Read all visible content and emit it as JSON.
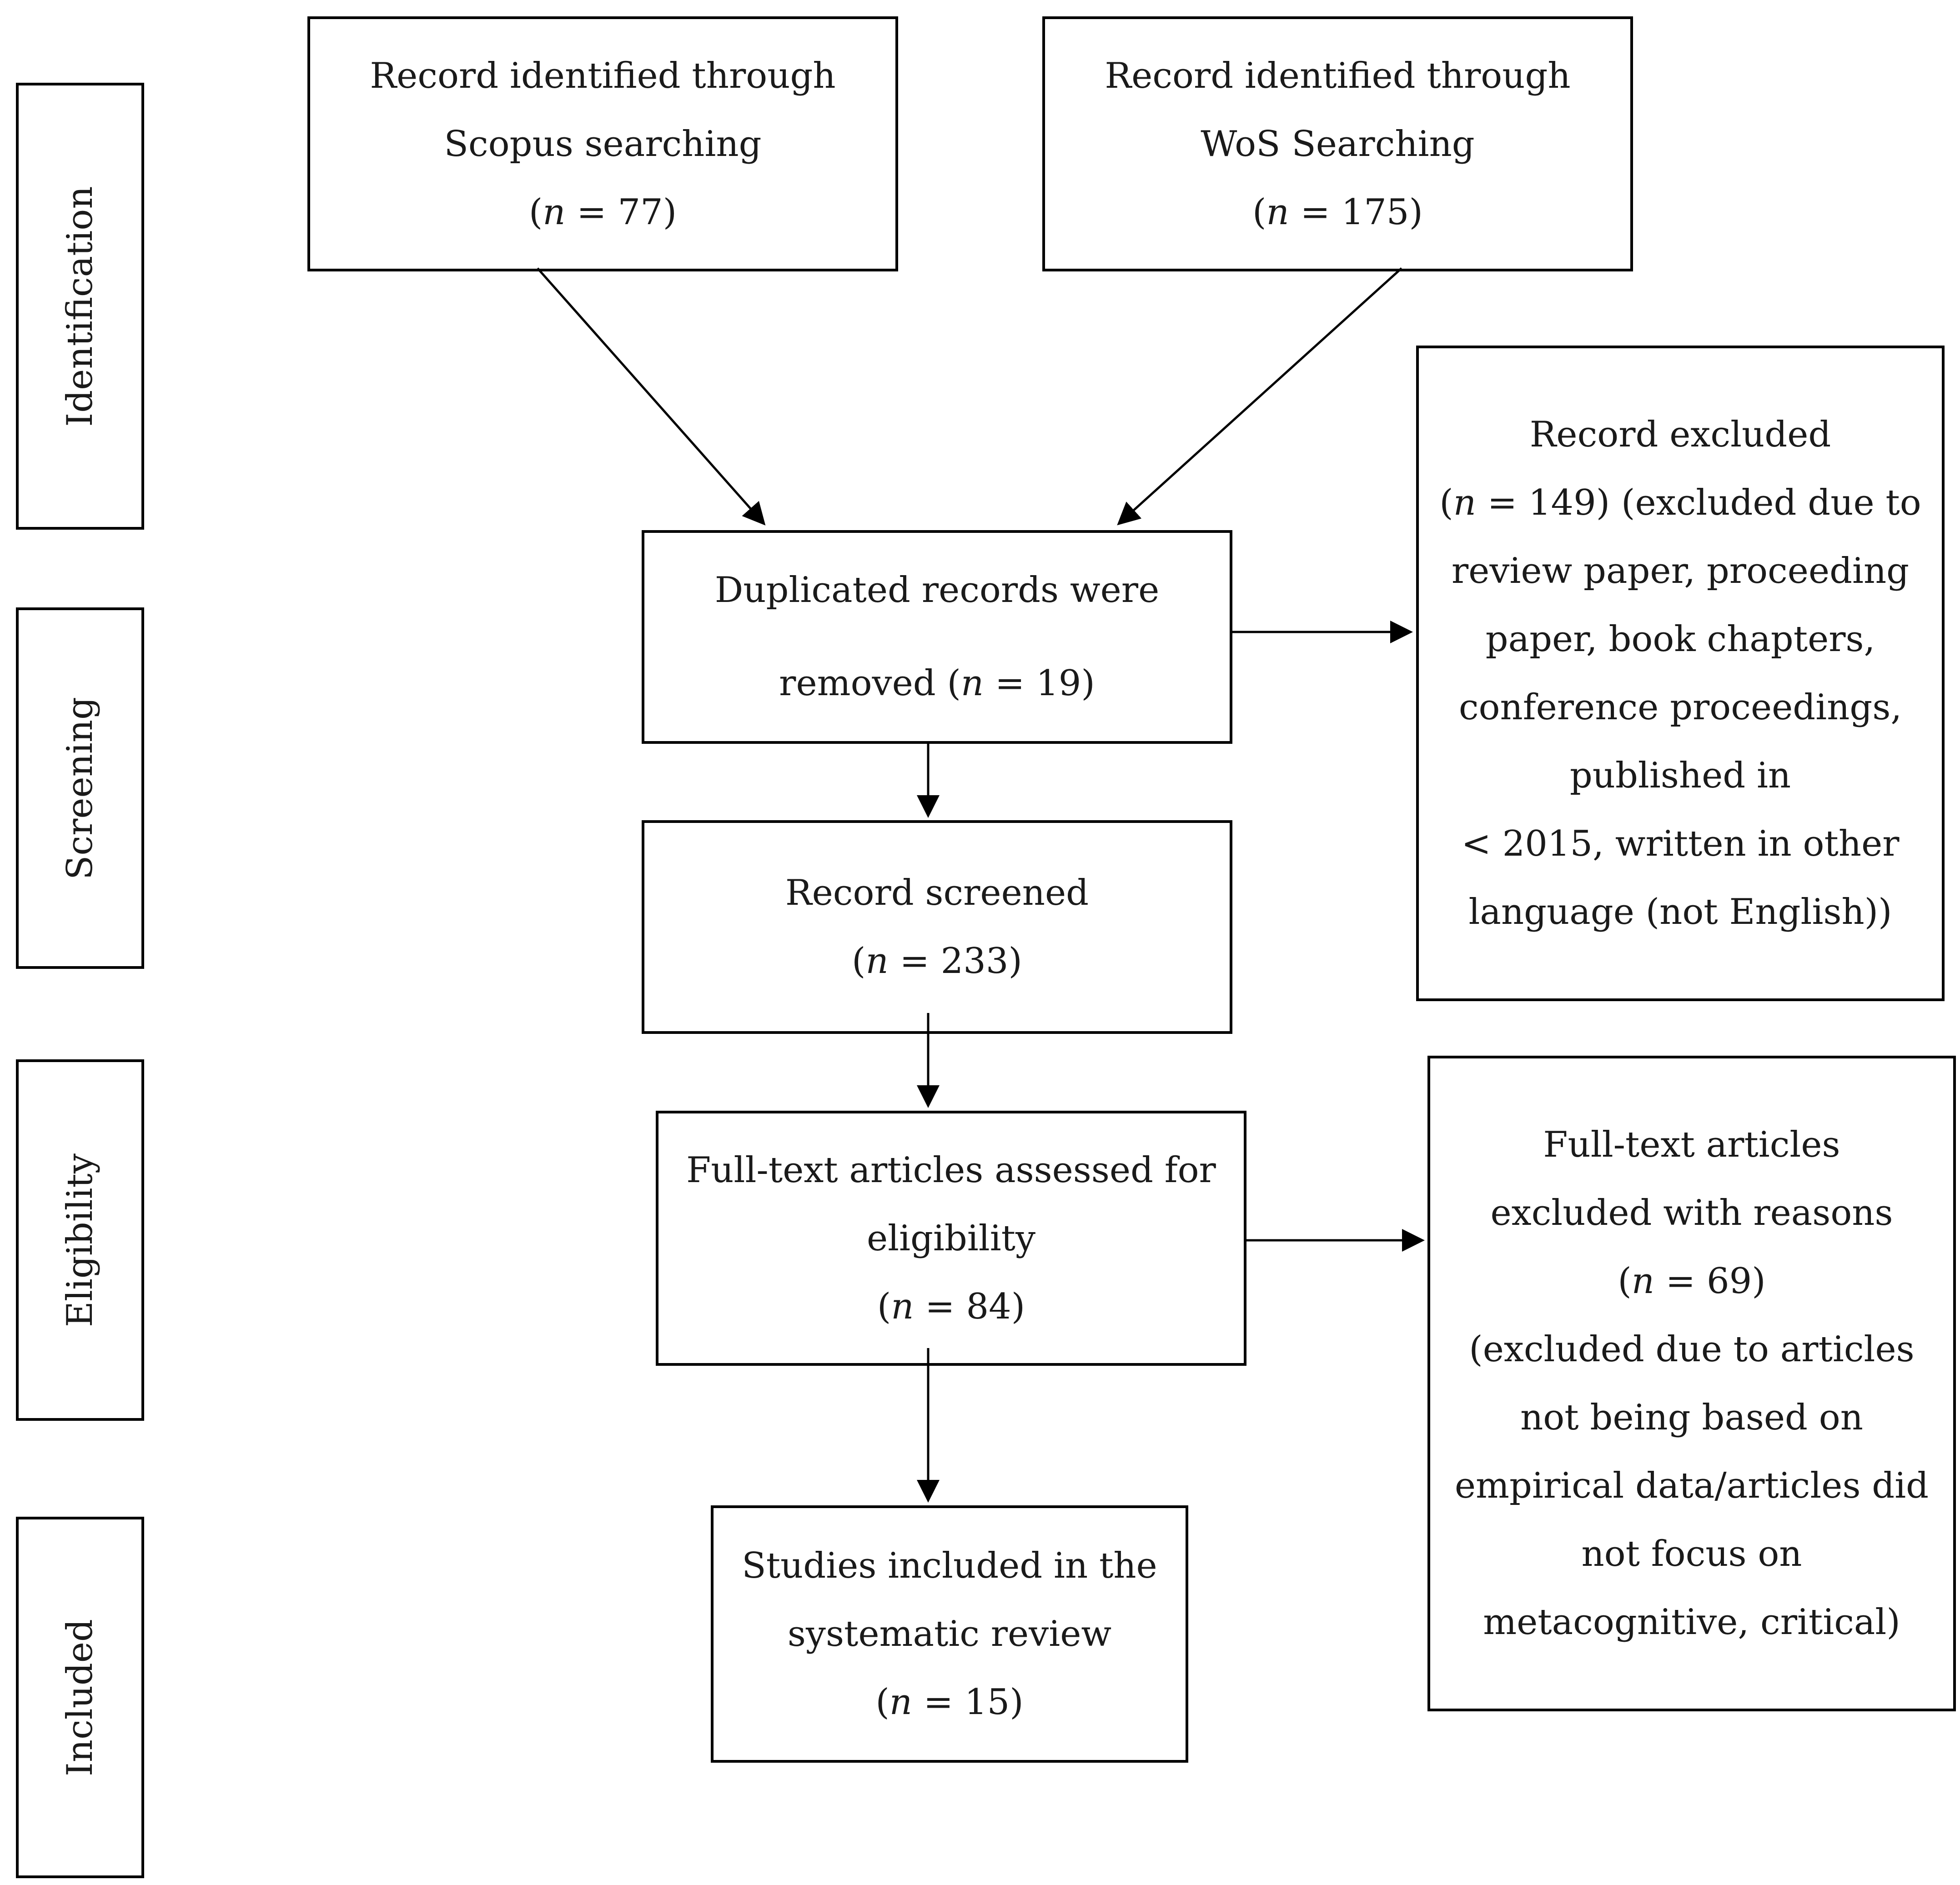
{
  "stages": {
    "identification": "Identification",
    "screening": "Screening",
    "eligibility": "Eligibility",
    "included": "Included"
  },
  "boxes": {
    "scopus": {
      "line1": "Record identified through",
      "line2": "Scopus searching",
      "count_prefix": "(",
      "n_symbol": "n",
      "count_suffix": " = 77)"
    },
    "wos": {
      "line1": "Record identified through",
      "line2": "WoS Searching",
      "count_prefix": "(",
      "n_symbol": "n",
      "count_suffix": " = 175)"
    },
    "duplicates": {
      "line1": "Duplicated records were",
      "line2_prefix": "removed (",
      "n_symbol": "n",
      "line2_suffix": " = 19)"
    },
    "screened": {
      "line1": "Record screened",
      "count_prefix": "(",
      "n_symbol": "n",
      "count_suffix": " = 233)"
    },
    "record_excluded": {
      "line1": "Record excluded",
      "line2_prefix": "(",
      "n_symbol": "n",
      "line2_suffix": " = 149) (excluded due to",
      "line3": "review paper, proceeding",
      "line4": "paper, book chapters,",
      "line5": "conference proceedings,",
      "line6": "published in",
      "line7": "< 2015, written in other",
      "line8": "language (not English))"
    },
    "fulltext": {
      "line1": "Full-text articles assessed for",
      "line2": "eligibility",
      "count_prefix": "(",
      "n_symbol": "n",
      "count_suffix": " = 84)"
    },
    "fulltext_excluded": {
      "line1": "Full-text articles",
      "line2": "excluded with reasons",
      "count_prefix": "(",
      "n_symbol": "n",
      "count_suffix": " = 69)",
      "line4": "(excluded due to articles",
      "line5": "not being based on",
      "line6": "empirical data/articles did",
      "line7": "not focus on",
      "line8": "metacognitive, critical)"
    },
    "included": {
      "line1": "Studies included in the",
      "line2": "systematic review",
      "count_prefix": "(",
      "n_symbol": "n",
      "count_suffix": " = 15)"
    }
  }
}
